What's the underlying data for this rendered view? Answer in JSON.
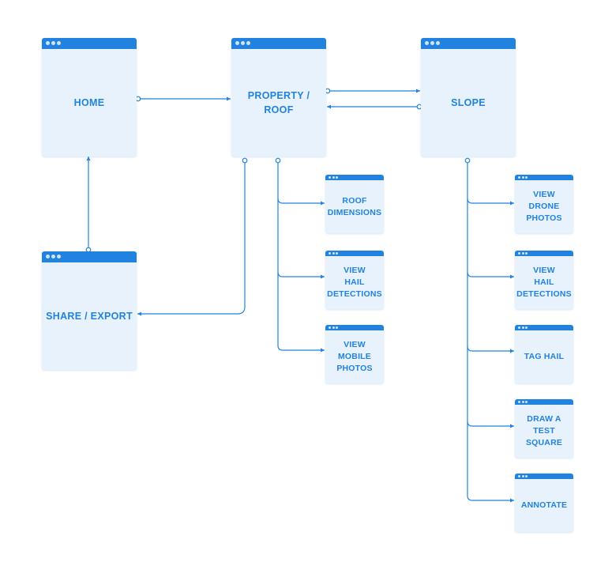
{
  "colors": {
    "accent": "#2282df",
    "card_fill": "#e8f2fd",
    "connector": "#2282df"
  },
  "screens": {
    "home": "HOME",
    "property_roof": "PROPERTY /\nROOF",
    "slope": "SLOPE",
    "share_export": "SHARE / EXPORT"
  },
  "property_subscreens": {
    "roof_dimensions": "ROOF\nDIMENSIONS",
    "view_hail_detections": "VIEW\nHAIL\nDETECTIONS",
    "view_mobile_photos": "VIEW\nMOBILE\nPHOTOS"
  },
  "slope_subscreens": {
    "view_drone_photos": "VIEW\nDRONE\nPHOTOS",
    "view_hail_detections": "VIEW\nHAIL\nDETECTIONS",
    "tag_hail": "TAG HAIL",
    "draw_a_test_square": "DRAW A\nTEST\nSQUARE",
    "annotate": "ANNOTATE"
  }
}
